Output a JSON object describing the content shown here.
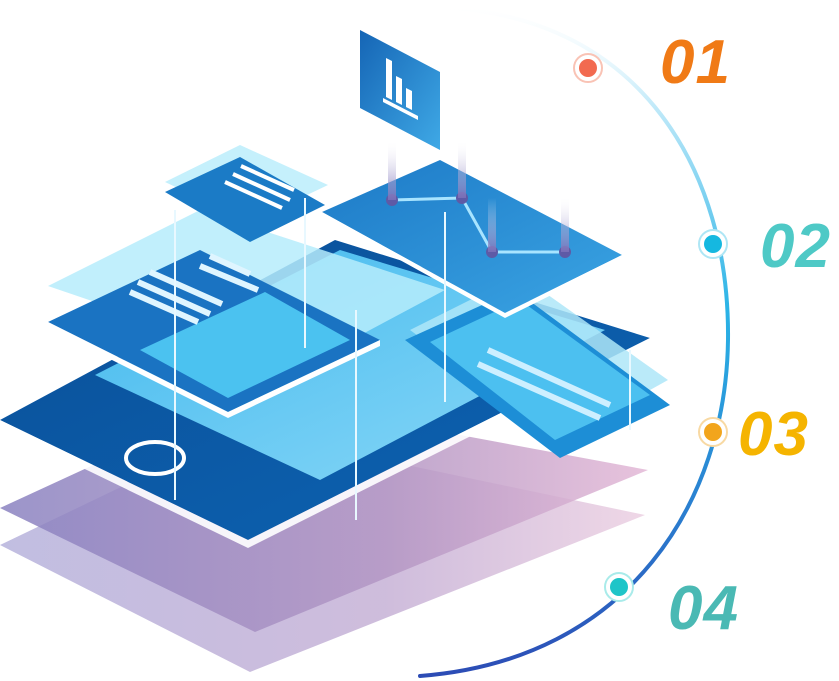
{
  "steps": [
    {
      "label": "01",
      "color": "#f07a16",
      "dot_color": "#f26a50"
    },
    {
      "label": "02",
      "color": "#4ec9c6",
      "dot_color": "#15b8e0"
    },
    {
      "label": "03",
      "color": "#f5b400",
      "dot_color": "#f2a51c"
    },
    {
      "label": "04",
      "color": "#4ab9b4",
      "dot_color": "#1ec5c8"
    }
  ],
  "colors": {
    "arc_start": "#e6f4ff",
    "arc_mid": "#29b4e6",
    "arc_end": "#2d4fb8",
    "dark_blue": "#0b5aa3",
    "mid_blue": "#1f8fd6",
    "light_blue": "#6fd2f5",
    "pale_blue": "#b8ecfb",
    "purple_layer": "#9a8cc4",
    "pink_layer": "#d8a8c8"
  },
  "icons": {
    "chart_card": "bar-chart-icon",
    "home_button": "circle-home-button-icon",
    "line_chart": "line-chart-icon"
  }
}
